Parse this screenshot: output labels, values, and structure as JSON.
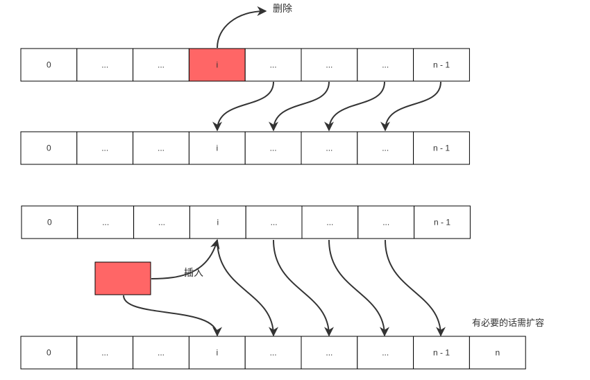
{
  "rows": [
    {
      "name": "delete-before-row",
      "cells": [
        "0",
        "...",
        "...",
        "i",
        "...",
        "...",
        "...",
        "n - 1"
      ],
      "highlight": [
        3
      ]
    },
    {
      "name": "delete-after-row",
      "cells": [
        "0",
        "...",
        "...",
        "i",
        "...",
        "...",
        "...",
        "n - 1"
      ],
      "highlight": []
    },
    {
      "name": "insert-before-row",
      "cells": [
        "0",
        "...",
        "...",
        "i",
        "...",
        "...",
        "...",
        "n - 1"
      ],
      "highlight": []
    },
    {
      "name": "insert-after-row",
      "cells": [
        "0",
        "...",
        "...",
        "i",
        "...",
        "...",
        "...",
        "n - 1",
        "n"
      ],
      "highlight": []
    }
  ],
  "labels": {
    "delete": "删除",
    "insert": "插入",
    "expand": "有必要的话需扩容"
  },
  "colors": {
    "highlight": "#ff6666",
    "stroke": "#333333"
  }
}
